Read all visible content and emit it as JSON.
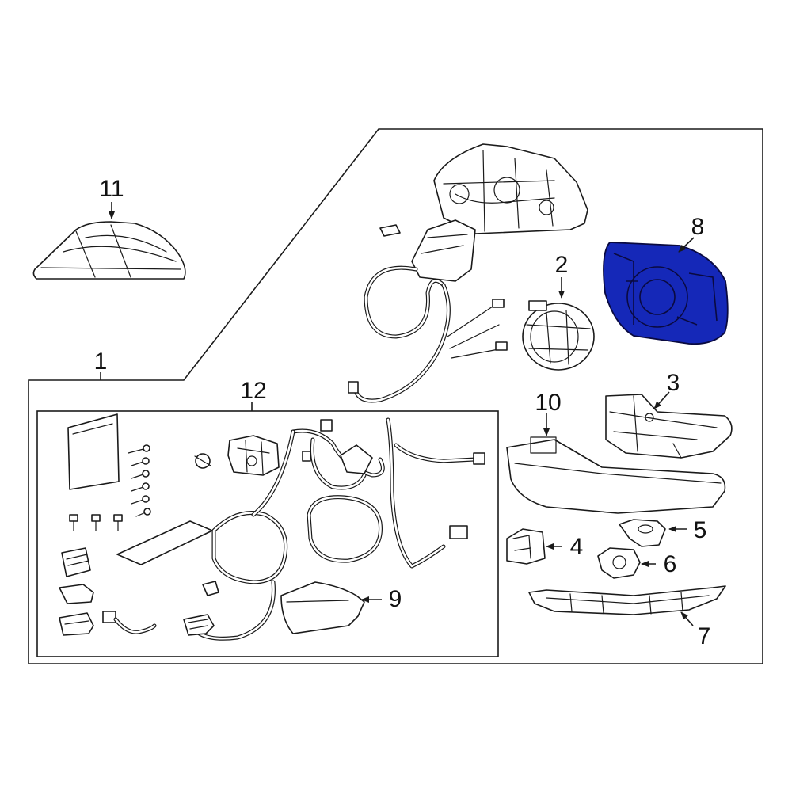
{
  "callouts": {
    "c1": "1",
    "c2": "2",
    "c3": "3",
    "c4": "4",
    "c5": "5",
    "c6": "6",
    "c7": "7",
    "c8": "8",
    "c9": "9",
    "c10": "10",
    "c11": "11",
    "c12": "12"
  },
  "colors": {
    "highlight": "#1528b8",
    "line": "#1a1a1a",
    "background": "#ffffff"
  },
  "highlighted_part": "8"
}
